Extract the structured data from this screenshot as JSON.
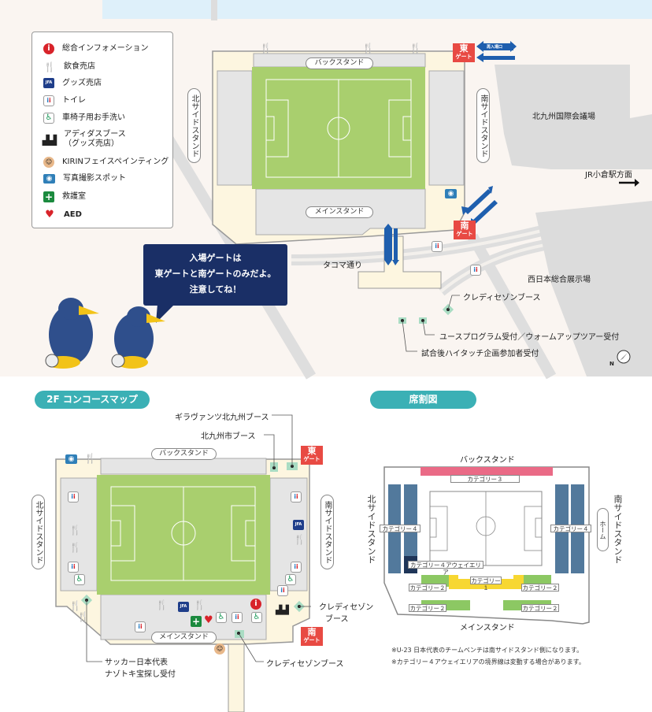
{
  "legend": {
    "items": [
      {
        "icon": "info-icon",
        "label": "総合インフォメーション"
      },
      {
        "icon": "food-icon",
        "label": "飲食売店"
      },
      {
        "icon": "jfa-goods-icon",
        "label": "グッズ売店"
      },
      {
        "icon": "toilet-icon",
        "label": "トイレ"
      },
      {
        "icon": "wheelchair-toilet-icon",
        "label": "車椅子用お手洗い"
      },
      {
        "icon": "adidas-icon",
        "label": "アディダスブース",
        "label2": "（グッズ売店）"
      },
      {
        "icon": "face-painting-icon",
        "label": "KIRINフェイスペインティング"
      },
      {
        "icon": "camera-icon",
        "label": "写真撮影スポット"
      },
      {
        "icon": "first-aid-icon",
        "label": "救護室"
      },
      {
        "icon": "aed-icon",
        "label": "AED"
      }
    ]
  },
  "top_map": {
    "back_stand": "バックスタンド",
    "main_stand": "メインスタンド",
    "north_stand": "北サイドスタンド",
    "south_stand": "南サイドスタンド",
    "east_gate": {
      "main": "東",
      "sub": "ゲート"
    },
    "south_gate": {
      "main": "南",
      "sub": "ゲート"
    },
    "reentry": "再入場口",
    "convention_center": "北九州国際会議場",
    "jr_direction": "JR小倉駅方面",
    "street": "タコマ通り",
    "exhibition_hall": "西日本総合展示場",
    "credit_saison_booth": "クレディセゾンブース",
    "youth_program": "ユースプログラム受付／ウォームアップツアー受付",
    "high_touch": "試合後ハイタッチ企画参加者受付",
    "compass": "N",
    "bubble": [
      "入場ゲートは",
      "東ゲートと南ゲートのみだよ。",
      "注意してね！"
    ]
  },
  "concourse": {
    "title": "2F コンコースマップ",
    "giravanz_booth": "ギラヴァンツ北九州ブース",
    "city_booth": "北九州市ブース",
    "back_stand": "バックスタンド",
    "main_stand": "メインスタンド",
    "north_stand": "北サイドスタンド",
    "south_stand": "南サイドスタンド",
    "east_gate": {
      "main": "東",
      "sub": "ゲート"
    },
    "south_gate": {
      "main": "南",
      "sub": "ゲート"
    },
    "credit_saison_right": [
      "クレディセゾン",
      "ブース"
    ],
    "credit_saison_bottom": "クレディセゾンブース",
    "treasure_hunt": [
      "サッカー日本代表",
      "ナゾトキ宝探し受付"
    ]
  },
  "seating": {
    "title": "席割図",
    "back_stand": "バックスタンド",
    "main_stand": "メインスタンド",
    "north_stand": "北サイドスタンド",
    "south_stand": "南サイドスタンド",
    "home": "ホーム",
    "cat1": "カテゴリー１",
    "cat2": "カテゴリー２",
    "cat3": "カテゴリー３",
    "cat4": "カテゴリー４",
    "cat4_away": "カテゴリー４アウェイエリア",
    "colors": {
      "cat1": "#f7d731",
      "cat2": "#8cc863",
      "cat3": "#ea6a86",
      "cat4": "#52799c",
      "away": "#1f3558"
    },
    "notes": [
      "※U-23 日本代表のチームベンチは南サイドスタンド側になります。",
      "※カテゴリー４アウェイエリアの境界線は変動する場合があります。"
    ]
  }
}
